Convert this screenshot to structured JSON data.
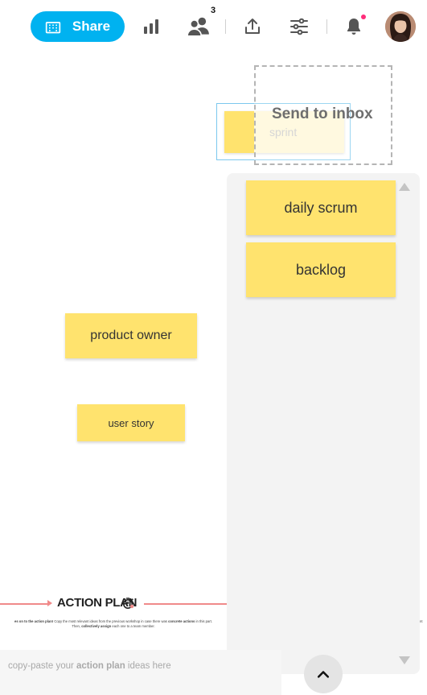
{
  "toolbar": {
    "share_label": "Share",
    "participants_count": "3"
  },
  "canvas": {
    "dragged_note_label": "sprint",
    "drop_zone_label": "Send to inbox",
    "notes": [
      {
        "label": "product owner"
      },
      {
        "label": "user story"
      }
    ]
  },
  "inbox": {
    "notes": [
      {
        "label": "daily scrum"
      },
      {
        "label": "backlog"
      }
    ]
  },
  "action_plan": {
    "title": "ACTION PLAN",
    "desc_bold_1": "es on to the action plan!",
    "desc_text_1": " Copy the most relevant ideas from the previous workshop in case there was ",
    "desc_bold_2": "concrete actions",
    "desc_text_2": " in this part.",
    "desc_text_3": "Then, ",
    "desc_bold_3": "collectively assign",
    "desc_text_4": " each one to a team member.",
    "desc_right": "nt",
    "paste_prefix": "copy-paste your ",
    "paste_bold": "action plan",
    "paste_suffix": " ideas here"
  },
  "colors": {
    "accent": "#00b2f0",
    "sticky": "#ffe36e",
    "notification_dot": "#ff2d7a",
    "action_plan_line": "#f08a8a"
  }
}
